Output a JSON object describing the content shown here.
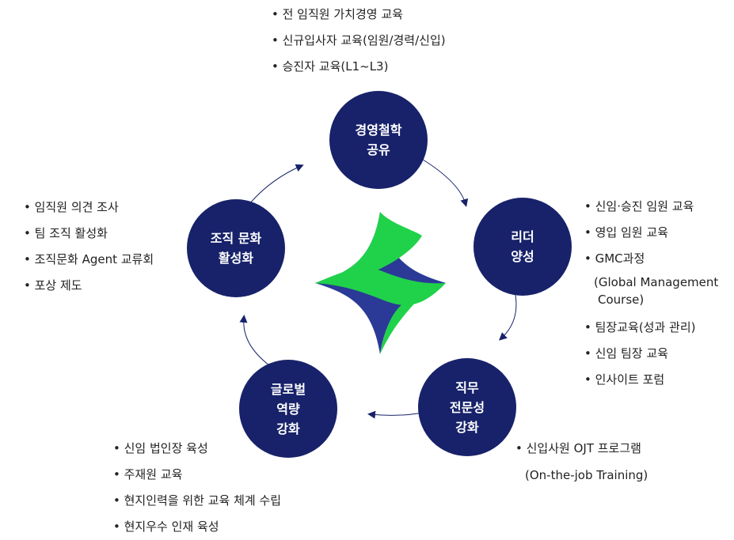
{
  "colors": {
    "node": "#17226a",
    "logo_green": "#20d24a",
    "logo_navy": "#2b3a97",
    "arrow": "#17226a"
  },
  "nodes": {
    "philosophy": {
      "lines": [
        "경영철학",
        "공유"
      ]
    },
    "leadership": {
      "lines": [
        "리더",
        "양성"
      ]
    },
    "expertise": {
      "lines": [
        "직무",
        "전문성",
        "강화"
      ]
    },
    "global": {
      "lines": [
        "글로벌",
        "역량",
        "강화"
      ]
    },
    "culture": {
      "lines": [
        "조직 문화",
        "활성화"
      ]
    }
  },
  "lists": {
    "philosophy": [
      "• 전 임직원 가치경영 교육",
      "• 신규입사자 교육(임원/경력/신입)",
      "• 승진자 교육(L1~L3)"
    ],
    "leadership": [
      "• 신임·승진 임원 교육",
      "• 영입 임원 교육",
      "• GMC과정",
      "(Global Management",
      "Course)",
      "• 팀장교육(성과 관리)",
      "• 신임 팀장 교육",
      "• 인사이트 포럼"
    ],
    "expertise": [
      "• 신입사원 OJT 프로그램",
      "(On-the-job Training)"
    ],
    "global": [
      "• 신임 법인장 육성",
      "• 주재원 교육",
      "• 현지인력을 위한 교육 체계 수립",
      "• 현지우수 인재 육성"
    ],
    "culture": [
      "• 임직원 의견 조사",
      "• 팀 조직 활성화",
      "• 조직문화 Agent 교류회",
      "• 포상 제도"
    ]
  }
}
